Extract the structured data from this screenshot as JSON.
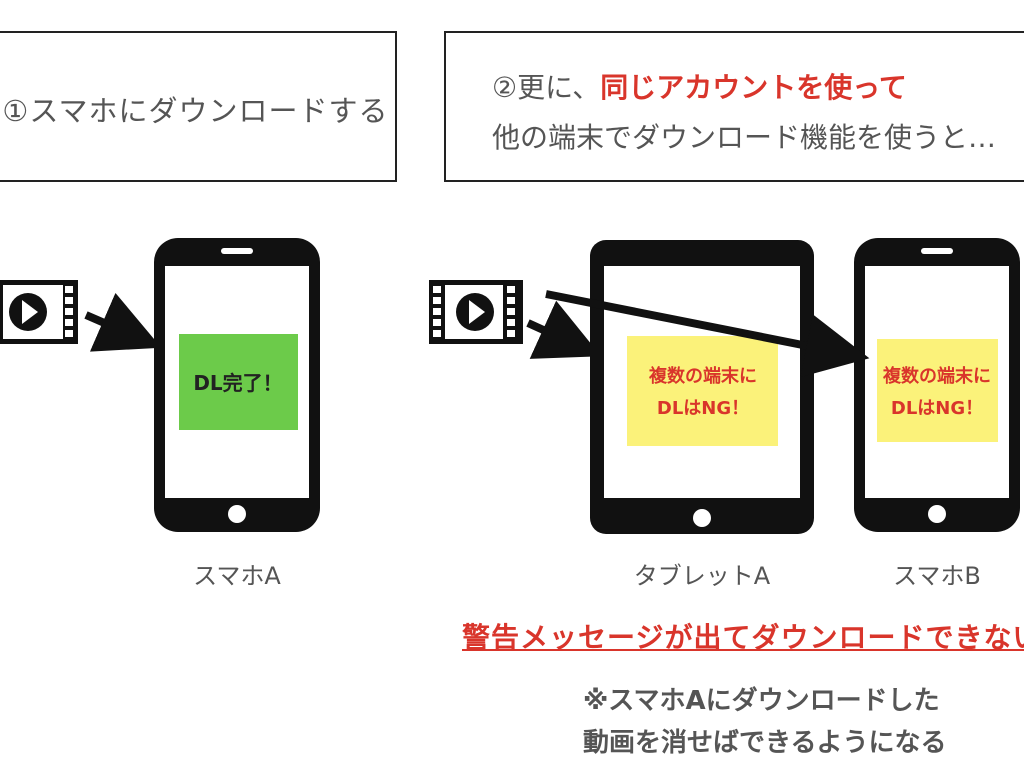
{
  "step1": {
    "text": "①スマホにダウンロードする"
  },
  "step2": {
    "prefix": "②更に、",
    "emphasis": "同じアカウントを使って",
    "line2": "他の端末でダウンロード機能を使うと…"
  },
  "devices": {
    "phone_a": {
      "label": "スマホA",
      "screen_text": "DL完了！",
      "screen_color": "#6ccb4a"
    },
    "tablet_a": {
      "label": "タブレットA",
      "screen_line1": "複数の端末に",
      "screen_line2": "DLはNG！",
      "screen_color": "#fbf27a"
    },
    "phone_b": {
      "label": "スマホB",
      "screen_line1": "複数の端末に",
      "screen_line2": "DLはNG！",
      "screen_color": "#fbf27a"
    }
  },
  "warning": "警告メッセージが出てダウンロードできない",
  "note": {
    "line1": "※スマホAにダウンロードした",
    "line2": "動画を消せばできるようになる"
  },
  "colors": {
    "accent_red": "#d9352b",
    "text_gray": "#555555",
    "device_black": "#111111"
  },
  "icons": [
    "video-film-icon",
    "arrow-icon"
  ]
}
